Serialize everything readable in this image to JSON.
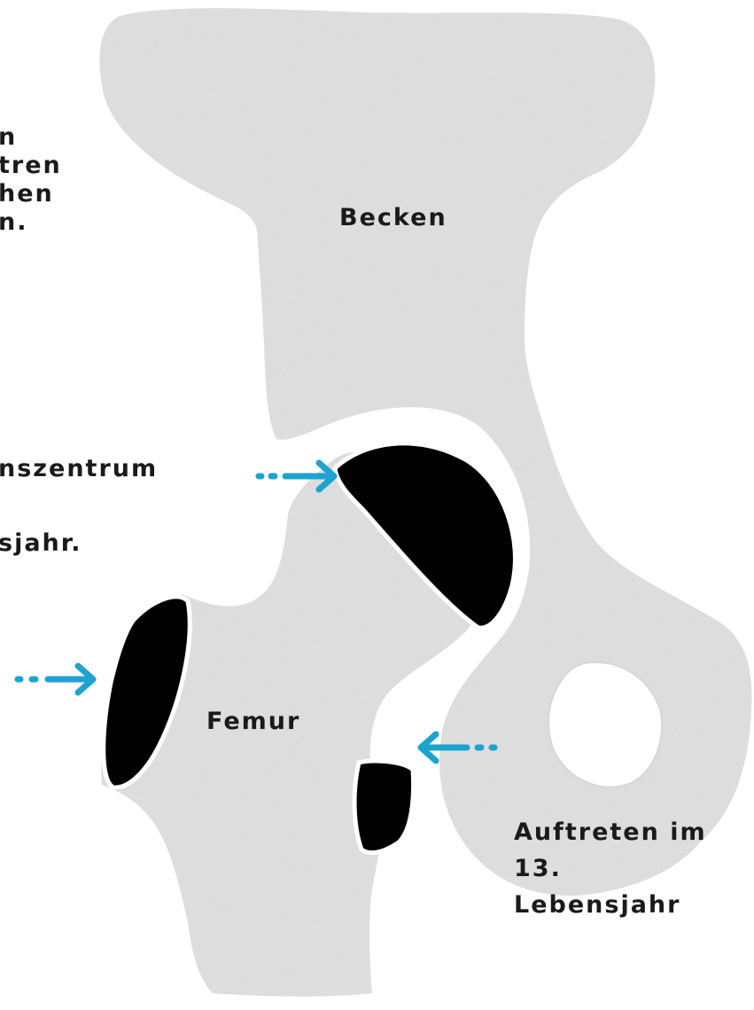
{
  "labels": {
    "left_top_lines": [
      "n",
      "tren",
      "hen",
      "n."
    ],
    "left_mid_line1": "nszentrum",
    "left_mid_line2": "sjahr.",
    "pelvis": "Becken",
    "femur": "Femur",
    "bottom_right_lines": [
      "Auftreten im",
      "13.",
      "Lebensjahr"
    ]
  },
  "colors": {
    "bone": "#e6e6e6",
    "ossification_center": "#000000",
    "arrow": "#1ea3cf",
    "text": "#1a1a1a"
  },
  "icons": [
    "arrow-right-icon",
    "arrow-right-icon",
    "arrow-left-icon"
  ]
}
